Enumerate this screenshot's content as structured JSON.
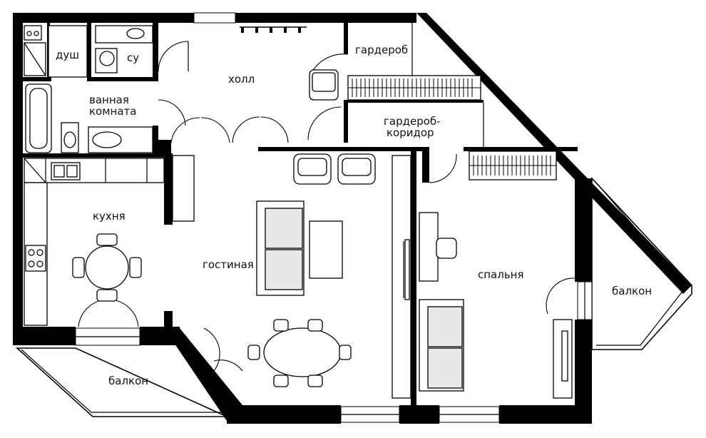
{
  "rooms": {
    "shower": "душ",
    "wc": "су",
    "bathroom_line1": "ванная",
    "bathroom_line2": "комната",
    "hall": "холл",
    "wardrobe": "гардероб",
    "wardrobe_corridor_line1": "гардероб-",
    "wardrobe_corridor_line2": "коридор",
    "kitchen": "кухня",
    "living_room": "гостиная",
    "bedroom": "спальня",
    "balcony_left": "балкон",
    "balcony_right": "балкон"
  },
  "colors": {
    "wall": "#000000",
    "background": "#ffffff",
    "furniture_fill": "#ffffff",
    "upholstery": "#e8e8e8"
  }
}
